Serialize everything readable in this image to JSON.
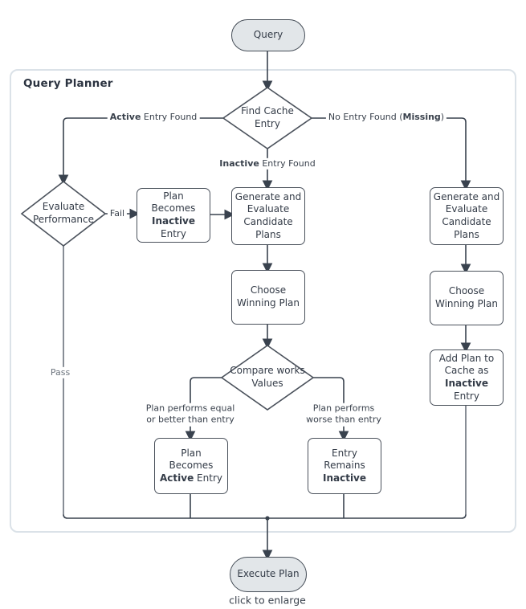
{
  "diagram": {
    "title": "Query Planner",
    "footer_hint": "click to enlarge",
    "colors": {
      "line": "#39424e",
      "line_muted": "#6a727c",
      "node_border": "#4b525c",
      "stadium_fill": "#e2e6e9",
      "container_border": "#dbe2e8",
      "text": "#333b47"
    }
  },
  "nodes": {
    "query": {
      "label": "Query"
    },
    "find_cache": {
      "label": "Find Cache Entry"
    },
    "evaluate": {
      "label": "Evaluate Performance"
    },
    "plan_becomes_inactive": {
      "pre": "Plan Becomes ",
      "bold": "Inactive",
      "post": " Entry"
    },
    "generate_center": {
      "label": "Generate and Evaluate Candidate Plans"
    },
    "choose_center": {
      "label": "Choose Winning Plan"
    },
    "compare": {
      "label": "Compare works Values"
    },
    "plan_becomes_active": {
      "pre": "Plan Becomes ",
      "bold": "Active",
      "post": " Entry"
    },
    "entry_remains_inactive": {
      "pre": "Entry Remains ",
      "bold": "Inactive",
      "post": ""
    },
    "generate_right": {
      "label": "Generate and Evaluate Candidate Plans"
    },
    "choose_right": {
      "label": "Choose Winning Plan"
    },
    "add_plan": {
      "pre": "Add Plan to Cache as ",
      "bold": "Inactive",
      "post": " Entry"
    },
    "execute": {
      "label": "Execute Plan"
    }
  },
  "edge_labels": {
    "active_found": {
      "bold": "Active",
      "post": " Entry Found"
    },
    "no_entry_found": {
      "pre": "No Entry Found (",
      "bold": "Missing",
      "post": ")"
    },
    "inactive_found": {
      "bold": "Inactive",
      "post": " Entry Found"
    },
    "fail": {
      "label": "Fail"
    },
    "pass": {
      "label": "Pass"
    },
    "equal_or_better": {
      "label": "Plan performs equal or better than entry"
    },
    "worse": {
      "label": "Plan performs worse than entry"
    }
  }
}
